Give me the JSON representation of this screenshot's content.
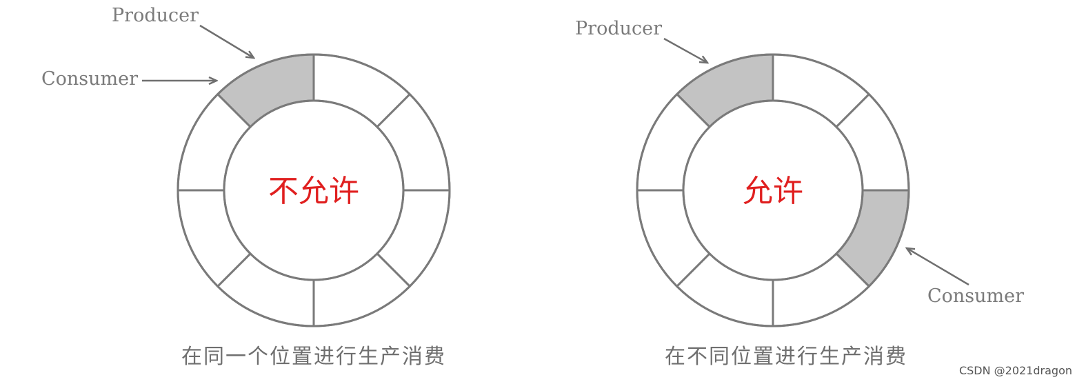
{
  "colors": {
    "ring_stroke": "#7a7a7a",
    "active_slot": "#c3c3c3",
    "center_text": "#e01f1f",
    "caption": "#6f6f6f"
  },
  "diagrams": [
    {
      "slot_count": 8,
      "active_slots": [
        0
      ],
      "center_label": "不允许",
      "producer_label": "Producer",
      "consumer_label": "Consumer",
      "producer_slot": 0,
      "consumer_slot": 0,
      "caption": "在同一个位置进行生产消费"
    },
    {
      "slot_count": 8,
      "active_slots": [
        0,
        3
      ],
      "center_label": "允许",
      "producer_label": "Producer",
      "consumer_label": "Consumer",
      "producer_slot": 0,
      "consumer_slot": 3,
      "caption": "在不同位置进行生产消费"
    }
  ],
  "watermark": "CSDN @2021dragon"
}
